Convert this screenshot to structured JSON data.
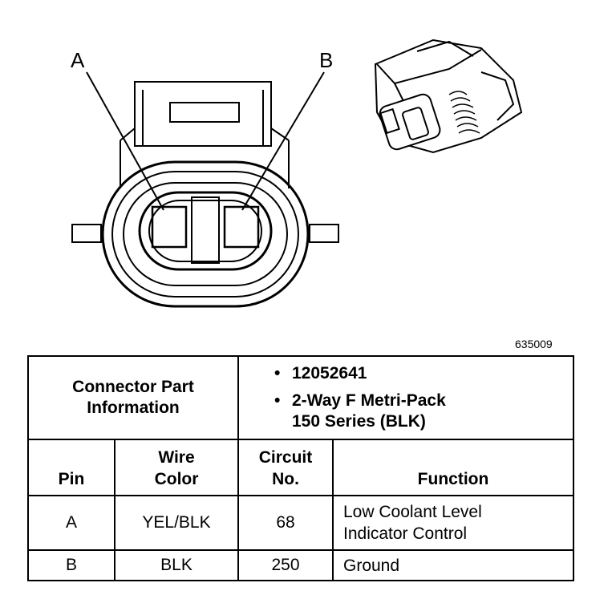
{
  "diagram": {
    "pin_a_label": "A",
    "pin_b_label": "B",
    "figure_id": "635009"
  },
  "connector_info": {
    "label_line1": "Connector Part",
    "label_line2": "Information",
    "bullets": [
      {
        "line1": "12052641",
        "line2": ""
      },
      {
        "line1": "2-Way F Metri-Pack",
        "line2": "150 Series (BLK)"
      }
    ]
  },
  "table": {
    "headers": {
      "pin": "Pin",
      "wire_color_line1": "Wire",
      "wire_color_line2": "Color",
      "circuit_line1": "Circuit",
      "circuit_line2": "No.",
      "function": "Function"
    },
    "rows": [
      {
        "pin": "A",
        "wire_color": "YEL/BLK",
        "circuit": "68",
        "function_line1": "Low Coolant Level",
        "function_line2": "Indicator Control"
      },
      {
        "pin": "B",
        "wire_color": "BLK",
        "circuit": "250",
        "function_line1": "Ground",
        "function_line2": ""
      }
    ]
  }
}
